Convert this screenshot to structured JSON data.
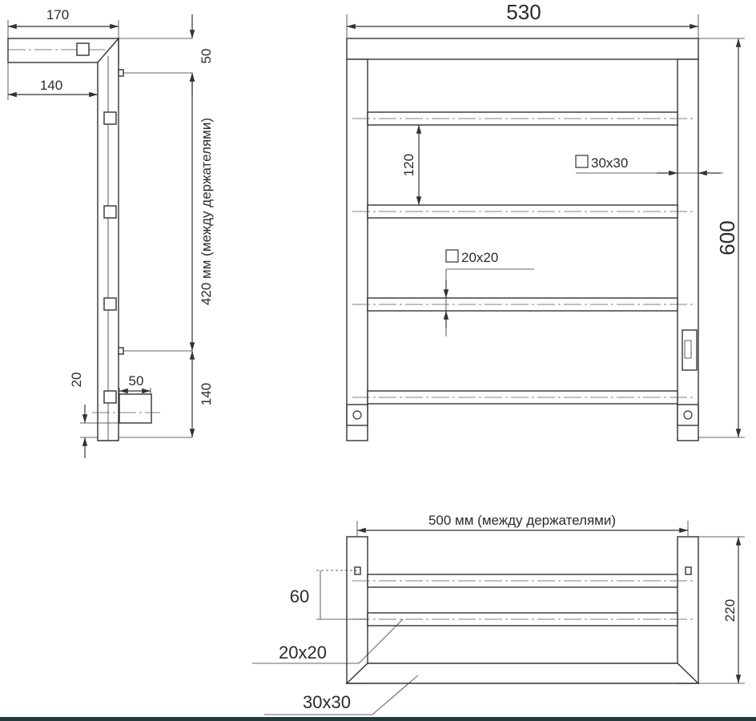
{
  "side_view": {
    "dim_top_width": "170",
    "dim_arm": "140",
    "dim_top_offset": "50",
    "dim_between_holders": "420 мм (между держателями)",
    "dim_bottom_offset": "140",
    "dim_bottom_square": "20",
    "dim_bottom_arm": "50"
  },
  "front_view": {
    "dim_width": "530",
    "dim_height": "600",
    "dim_shelf_spacing": "120",
    "profile_vertical": "30x30",
    "profile_horizontal": "20x20"
  },
  "top_view": {
    "dim_between_holders": "500 мм (между держателями)",
    "dim_depth": "220",
    "dim_step": "60",
    "label_bar": "20x20",
    "label_frame": "30x30"
  },
  "colors": {
    "line": "#333333",
    "footer": "#1f3b3a"
  }
}
